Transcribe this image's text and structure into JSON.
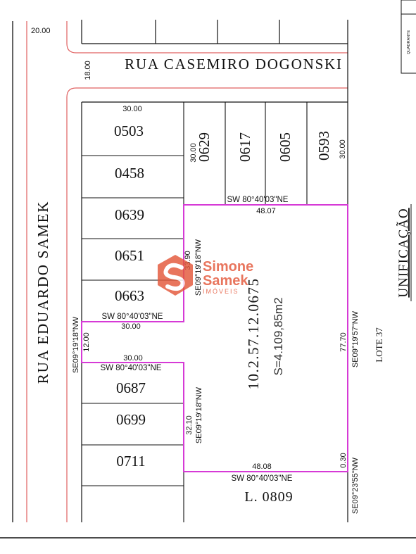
{
  "streets": {
    "top": "RUA CASEMIRO DOGONSKI",
    "left": "RUA EDUARDO SAMEK"
  },
  "widths": {
    "left_margin": "20.00",
    "top_street": "18.00"
  },
  "lots_left": [
    "0503",
    "0458",
    "0639",
    "0651",
    "0663",
    "0687",
    "0699",
    "0711"
  ],
  "lots_top": [
    "0629",
    "0617",
    "0605",
    "0593"
  ],
  "parcel": {
    "id": "10.2.57.12.0675",
    "area": "S=4.109,85m2",
    "top_len": "48.07",
    "right_len": "77.70",
    "right_bearing": "SE09°19'57\"NW",
    "bottom_len": "48.08",
    "bottom_bearing": "SW 80°40'03\"NE",
    "inner_upper_len": "33.90",
    "inner_upper_bearing": "SE09°19'18\"NW",
    "inner_lower_len": "32.10",
    "inner_lower_bearing": "SE09°19'18\"NW",
    "notch_left_len": "12.00",
    "left_bearing": "SE09°19'18\"NW"
  },
  "dims": {
    "d30_top": "30.00",
    "d30_upper_notch": "30.00",
    "d30_lower_notch": "30.00",
    "d30_vert": "30.00",
    "d30_right": "30.00",
    "d030": "0.30",
    "top_bearing": "SW 80°40'03\"NE",
    "notch_upper_bearing": "SW 80°40'03\"NE",
    "notch_lower_bearing": "SW 80°40'03\"NE",
    "far_right_bearing": "SE09°23'55\"NW"
  },
  "labels": {
    "lote": "LOTE 37",
    "bottom_lot": "L. 0809",
    "title": "UNIFICAÇÃO",
    "quadrante": "QUADRANTE"
  },
  "watermark": {
    "line1": "Simone",
    "line2": "Samek",
    "line3": "IMÓVEIS"
  },
  "colors": {
    "parcel": "#d63ad6",
    "street": "#e06060",
    "ink": "#111111",
    "brand": "#e4573a"
  }
}
